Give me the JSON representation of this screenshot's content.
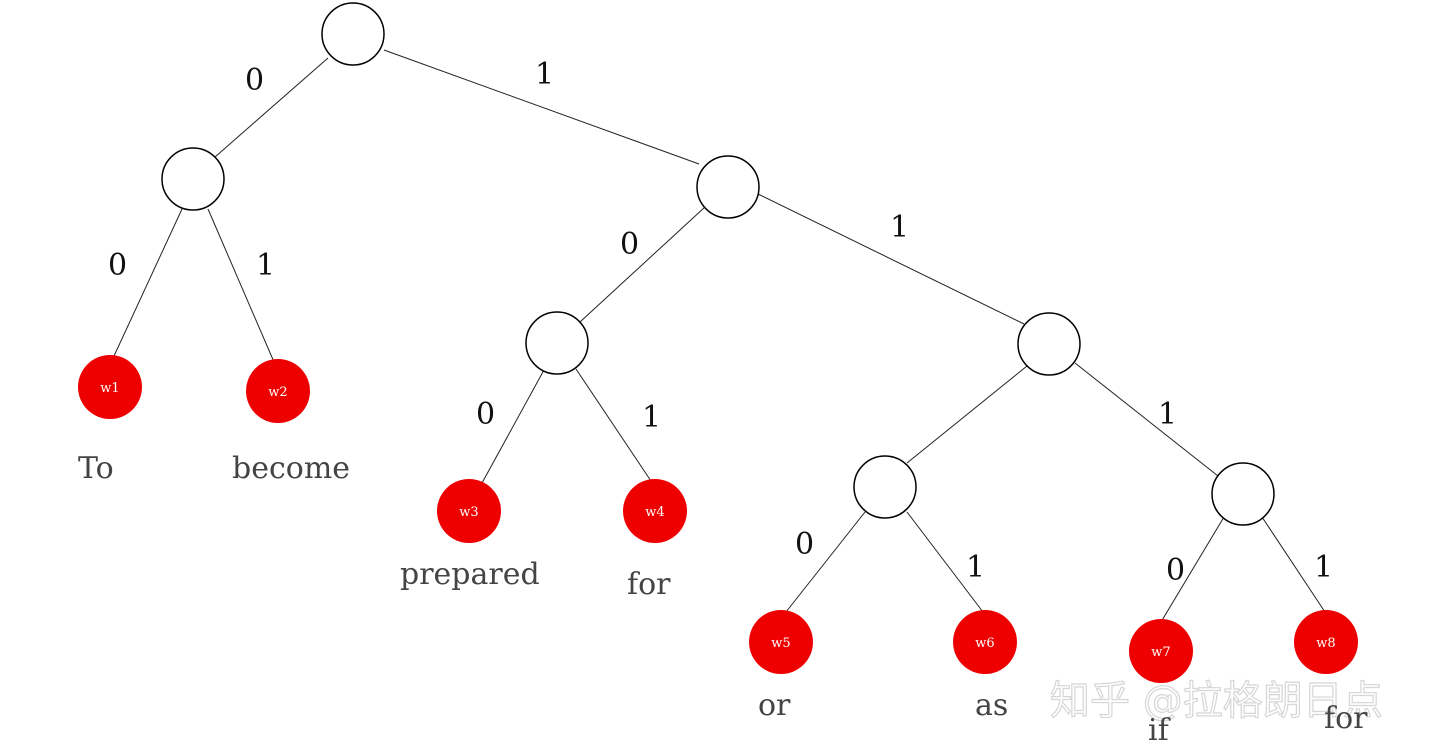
{
  "colors": {
    "leaf_fill": "#ee0000",
    "node_stroke": "#000000",
    "edge": "#222222"
  },
  "edges": [
    {
      "id": "e-root-a",
      "label": "0"
    },
    {
      "id": "e-root-b",
      "label": "1"
    },
    {
      "id": "e-a-w1",
      "label": "0"
    },
    {
      "id": "e-a-w2",
      "label": "1"
    },
    {
      "id": "e-b-c",
      "label": "0"
    },
    {
      "id": "e-b-d",
      "label": "1"
    },
    {
      "id": "e-c-w3",
      "label": "0"
    },
    {
      "id": "e-c-w4",
      "label": "1"
    },
    {
      "id": "e-d-e",
      "label": "0"
    },
    {
      "id": "e-d-f",
      "label": "1"
    },
    {
      "id": "e-e-w5",
      "label": "0"
    },
    {
      "id": "e-e-w6",
      "label": "1"
    },
    {
      "id": "e-f-w7",
      "label": "0"
    },
    {
      "id": "e-f-w8",
      "label": "1"
    }
  ],
  "leaves": [
    {
      "tag": "w1",
      "word": "To"
    },
    {
      "tag": "w2",
      "word": "become"
    },
    {
      "tag": "w3",
      "word": "prepared"
    },
    {
      "tag": "w4",
      "word": "for"
    },
    {
      "tag": "w5",
      "word": "or"
    },
    {
      "tag": "w6",
      "word": "as"
    },
    {
      "tag": "w7",
      "word": "if"
    },
    {
      "tag": "w8",
      "word": "for"
    }
  ],
  "watermark": "知乎 @拉格朗日点"
}
